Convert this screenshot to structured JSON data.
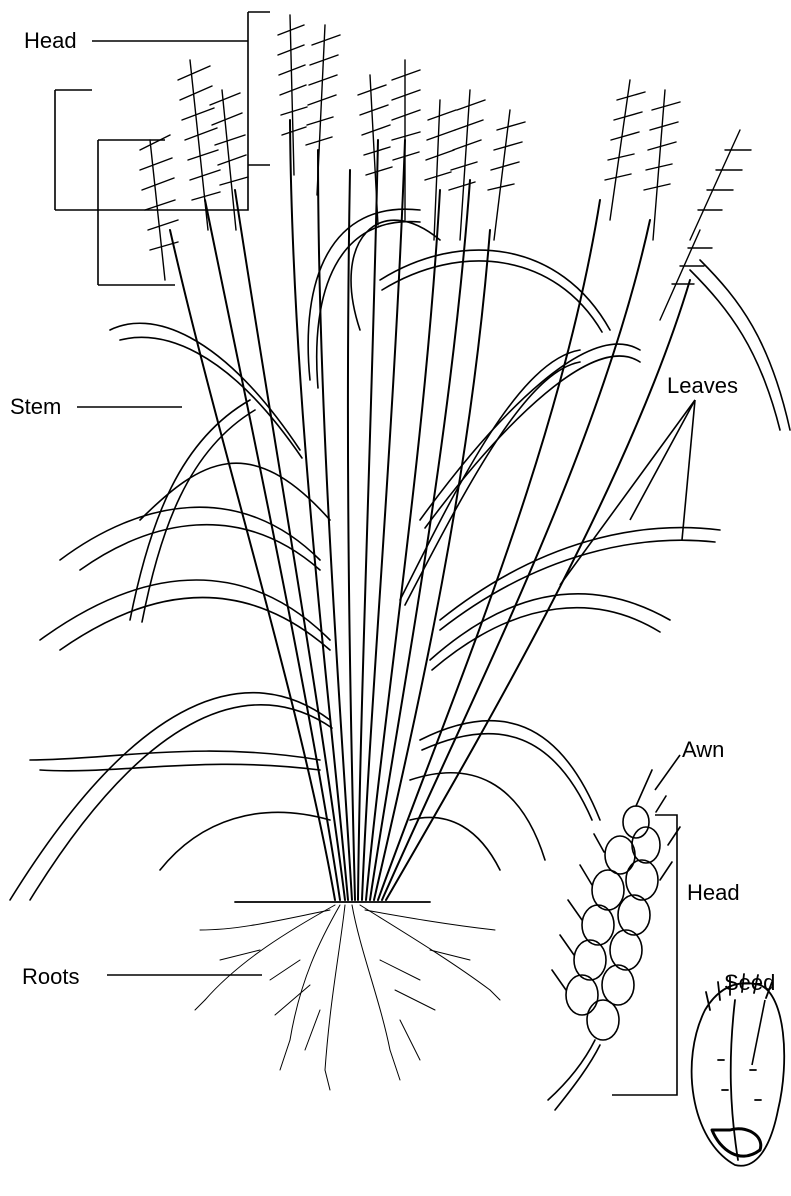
{
  "labels": {
    "head_main": "Head",
    "stem": "Stem",
    "leaves": "Leaves",
    "roots": "Roots",
    "awn": "Awn",
    "head_detail": "Head",
    "seed": "Seed"
  },
  "colors": {
    "ink": "#000000",
    "background": "#ffffff"
  }
}
